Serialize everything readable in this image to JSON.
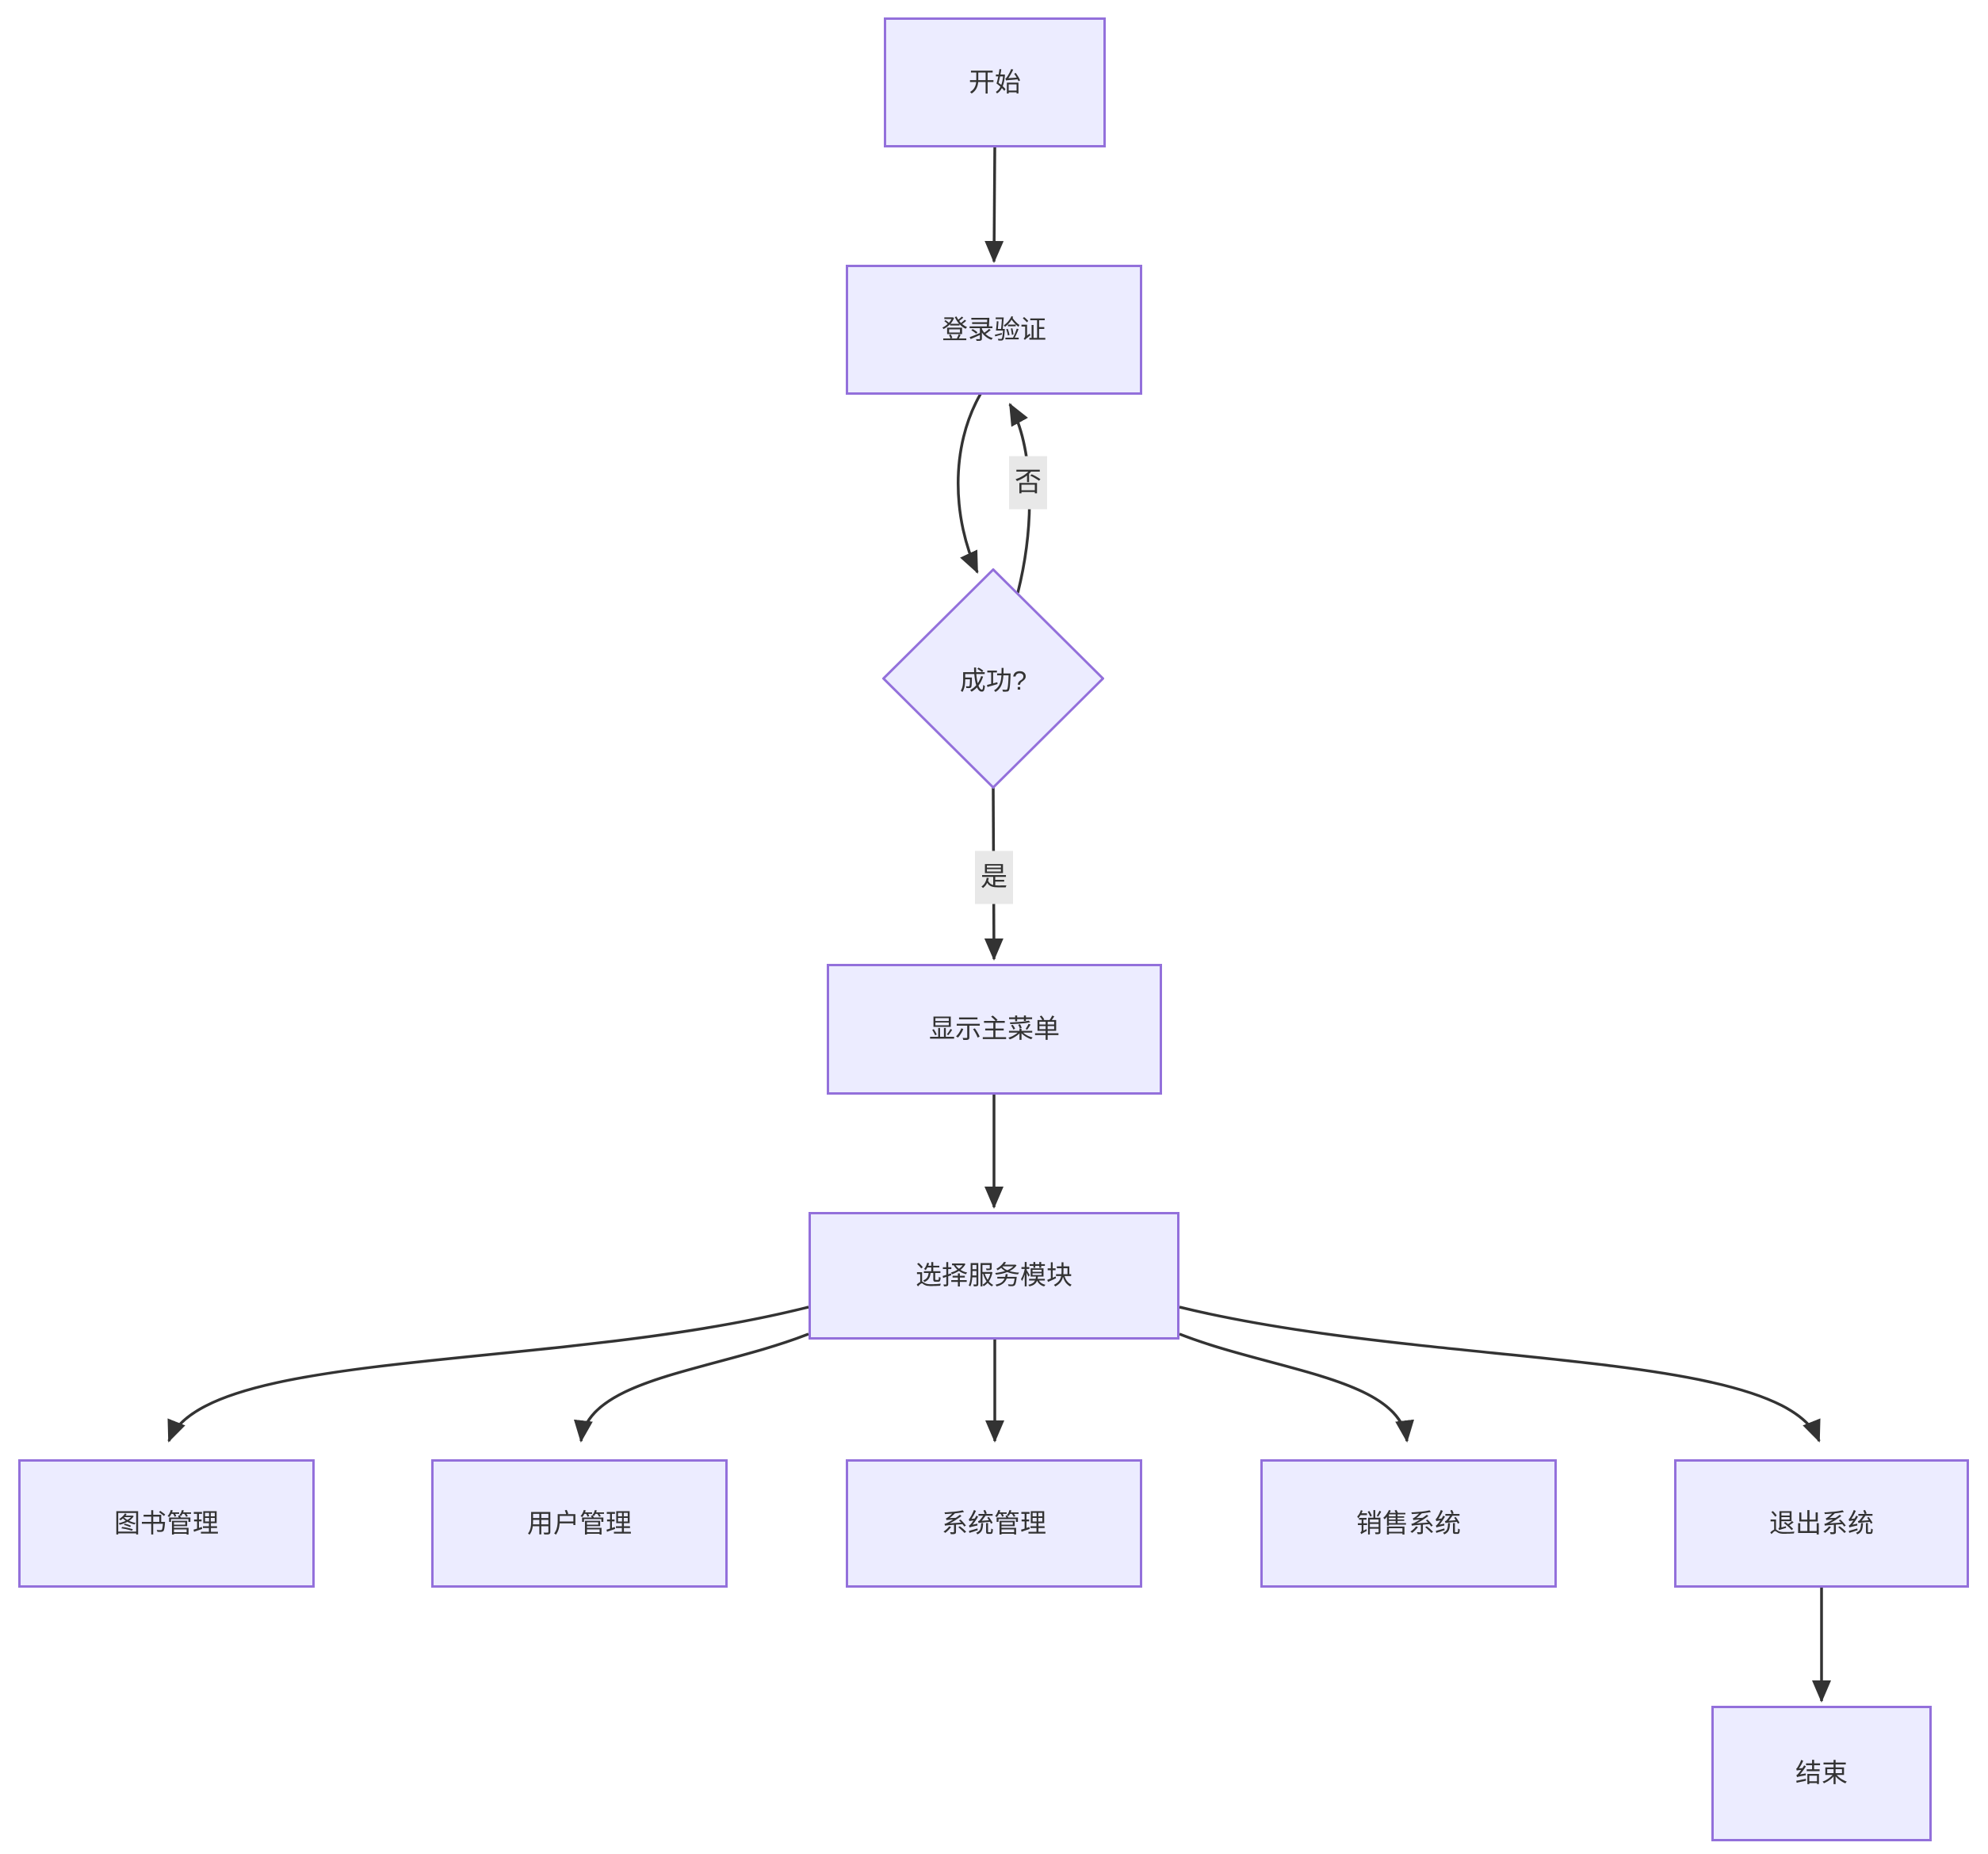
{
  "diagram": {
    "type": "flowchart",
    "direction": "top-down",
    "colors": {
      "node_fill": "#ECECFF",
      "node_border": "#9370DB",
      "edge_stroke": "#333333",
      "text": "#333333",
      "edge_label_background": "#e8e8e8",
      "background": "#ffffff"
    },
    "nodes": [
      {
        "id": "start",
        "label": "开始",
        "shape": "rect"
      },
      {
        "id": "login",
        "label": "登录验证",
        "shape": "rect"
      },
      {
        "id": "success",
        "label": "成功?",
        "shape": "diamond"
      },
      {
        "id": "menu",
        "label": "显示主菜单",
        "shape": "rect"
      },
      {
        "id": "select",
        "label": "选择服务模块",
        "shape": "rect"
      },
      {
        "id": "books",
        "label": "图书管理",
        "shape": "rect"
      },
      {
        "id": "users",
        "label": "用户管理",
        "shape": "rect"
      },
      {
        "id": "system",
        "label": "系统管理",
        "shape": "rect"
      },
      {
        "id": "sales",
        "label": "销售系统",
        "shape": "rect"
      },
      {
        "id": "exit",
        "label": "退出系统",
        "shape": "rect"
      },
      {
        "id": "end",
        "label": "结束",
        "shape": "rect"
      }
    ],
    "edges": [
      {
        "from": "start",
        "to": "login",
        "label": ""
      },
      {
        "from": "login",
        "to": "success",
        "label": ""
      },
      {
        "from": "success",
        "to": "login",
        "label": "否"
      },
      {
        "from": "success",
        "to": "menu",
        "label": "是"
      },
      {
        "from": "menu",
        "to": "select",
        "label": ""
      },
      {
        "from": "select",
        "to": "books",
        "label": ""
      },
      {
        "from": "select",
        "to": "users",
        "label": ""
      },
      {
        "from": "select",
        "to": "system",
        "label": ""
      },
      {
        "from": "select",
        "to": "sales",
        "label": ""
      },
      {
        "from": "select",
        "to": "exit",
        "label": ""
      },
      {
        "from": "exit",
        "to": "end",
        "label": ""
      }
    ]
  }
}
